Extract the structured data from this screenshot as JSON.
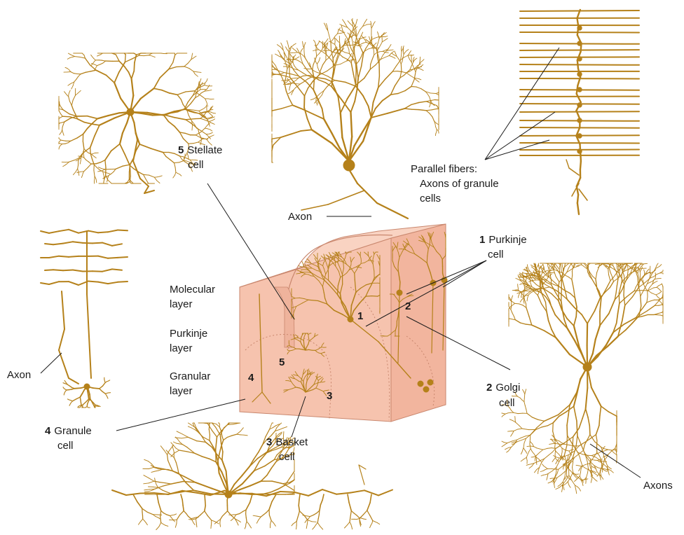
{
  "colors": {
    "neuron": "#b5811a",
    "tissue_front": "#f6c3ae",
    "tissue_top": "#f9d3c2",
    "tissue_side": "#f2b59e",
    "tissue_edge": "#c9876e",
    "text": "#1a1a1a"
  },
  "labels": {
    "purkinje": {
      "num": "1",
      "line1": "Purkinje",
      "line2": "cell"
    },
    "golgi": {
      "num": "2",
      "line1": "Golgi",
      "line2": "cell"
    },
    "basket": {
      "num": "3",
      "line1": "Basket",
      "line2": "cell"
    },
    "granule": {
      "num": "4",
      "line1": "Granule",
      "line2": "cell"
    },
    "stellate": {
      "num": "5",
      "line1": "Stellate",
      "line2": "cell"
    },
    "parallel_fibers": {
      "line1": "Parallel fibers:",
      "line2": "Axons of granule",
      "line3": "cells"
    },
    "axon_top": "Axon",
    "axon_left": "Axon",
    "axons_right": "Axons",
    "layers": {
      "molecular_1": "Molecular",
      "molecular_2": "layer",
      "purkinje_1": "Purkinje",
      "purkinje_2": "layer",
      "granular_1": "Granular",
      "granular_2": "layer"
    },
    "block_numbers": {
      "n1": "1",
      "n2": "2",
      "n3": "3",
      "n4": "4",
      "n5": "5"
    }
  }
}
